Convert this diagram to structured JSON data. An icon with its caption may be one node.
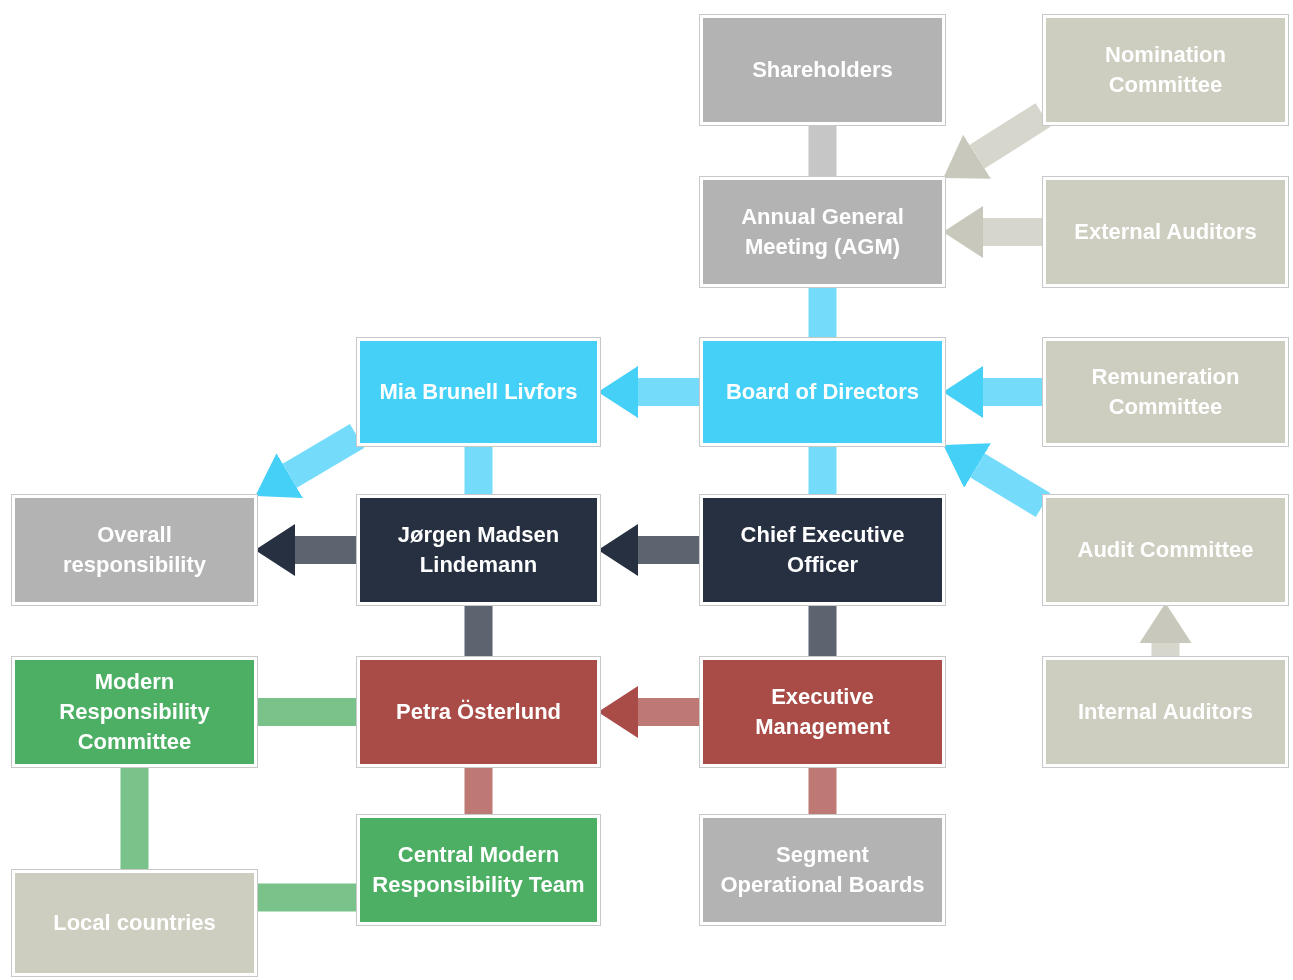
{
  "diagram": {
    "nodes": [
      {
        "text": [
          "Shareholders"
        ]
      },
      {
        "text": [
          "Nomination Committee"
        ]
      },
      {
        "text": [
          "Annual General Meeting (AGM)"
        ]
      },
      {
        "text": [
          "External Auditors"
        ]
      },
      {
        "text": [
          "Mia Brunell Livfors"
        ]
      },
      {
        "text": [
          "Board of Directors"
        ]
      },
      {
        "text": [
          "Remuneration Committee"
        ]
      },
      {
        "text": [
          "Overall responsibility"
        ]
      },
      {
        "text": [
          "Jørgen Madsen Lindemann"
        ]
      },
      {
        "text": [
          "Chief Executive Officer"
        ]
      },
      {
        "text": [
          "Audit Committee"
        ]
      },
      {
        "text": [
          "Modern Responsibility Committee"
        ]
      },
      {
        "text": [
          "Petra Österlund"
        ]
      },
      {
        "text": [
          "Executive Management"
        ]
      },
      {
        "text": [
          "Internal Auditors"
        ]
      },
      {
        "text": [
          "Local countries"
        ]
      },
      {
        "text": [
          "Central Modern Responsibility Team"
        ]
      },
      {
        "text": [
          "Segment Operational Boards"
        ]
      }
    ],
    "edges": [
      {
        "from": 0,
        "to": 2,
        "arrow": "none",
        "color": "#b3b3b3"
      },
      {
        "from": 1,
        "to": 2,
        "arrow": "to",
        "color": "#c8c8bc"
      },
      {
        "from": 3,
        "to": 2,
        "arrow": "to",
        "color": "#c8c8bc"
      },
      {
        "from": 2,
        "to": 5,
        "arrow": "none",
        "color": "#45d0f8"
      },
      {
        "from": 5,
        "to": 4,
        "arrow": "to",
        "color": "#45d0f8"
      },
      {
        "from": 6,
        "to": 5,
        "arrow": "to",
        "color": "#45d0f8"
      },
      {
        "from": 10,
        "to": 5,
        "arrow": "to",
        "color": "#45d0f8"
      },
      {
        "from": 4,
        "to": 7,
        "arrow": "to",
        "color": "#45d0f8"
      },
      {
        "from": 4,
        "to": 8,
        "arrow": "none",
        "color": "#45d0f8"
      },
      {
        "from": 5,
        "to": 9,
        "arrow": "none",
        "color": "#45d0f8"
      },
      {
        "from": 9,
        "to": 8,
        "arrow": "to",
        "color": "#263040"
      },
      {
        "from": 8,
        "to": 7,
        "arrow": "to",
        "color": "#263040"
      },
      {
        "from": 8,
        "to": 12,
        "arrow": "none",
        "color": "#263040"
      },
      {
        "from": 9,
        "to": 13,
        "arrow": "none",
        "color": "#263040"
      },
      {
        "from": 13,
        "to": 12,
        "arrow": "to",
        "color": "#a94c47"
      },
      {
        "from": 11,
        "to": 12,
        "arrow": "none",
        "color": "#4caf64"
      },
      {
        "from": 12,
        "to": 16,
        "arrow": "none",
        "color": "#a94c47"
      },
      {
        "from": 13,
        "to": 17,
        "arrow": "none",
        "color": "#a94c47"
      },
      {
        "from": 14,
        "to": 10,
        "arrow": "to",
        "color": "#c8c8bc"
      },
      {
        "from": 11,
        "to": 15,
        "arrow": "none",
        "color": "#4caf64"
      },
      {
        "from": 16,
        "to": 15,
        "arrow": "none",
        "color": "#4caf64"
      }
    ]
  }
}
